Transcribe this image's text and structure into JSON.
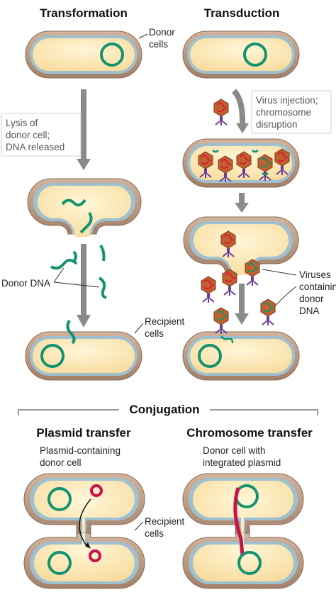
{
  "headings": {
    "transformation": "Transformation",
    "transduction": "Transduction",
    "conjugation": "Conjugation",
    "plasmid_transfer": "Plasmid transfer",
    "chromosome_transfer": "Chromosome transfer"
  },
  "labels": {
    "donor_cells": [
      "Donor",
      "cells"
    ],
    "lysis": [
      "Lysis of",
      "donor cell;",
      "DNA released"
    ],
    "virus_injection": [
      "Virus injection;",
      "chromosome",
      "disruption"
    ],
    "viruses_containing": [
      "Viruses",
      "containing",
      "donor",
      "DNA"
    ],
    "donor_dna": "Donor DNA",
    "recipient_cells_top": [
      "Recipient",
      "cells"
    ],
    "plasmid_containing": [
      "Plasmid-containing",
      "donor cell"
    ],
    "donor_integrated": [
      "Donor cell with",
      "integrated plasmid"
    ],
    "recipient_cells_bottom": [
      "Recipient",
      "cells"
    ]
  },
  "colors": {
    "cell_outer": "#b8957c",
    "cell_membrane": "#9ec0cf",
    "cytoplasm": "#fbe7b2",
    "dna_green": "#13936f",
    "plasmid_red": "#c8134a",
    "arrow_gray": "#8a8a8a",
    "virus_purple": "#6a3d9a"
  },
  "icons": [
    "cell",
    "chromosome-ring",
    "plasmid-ring",
    "virus-particle",
    "dna-fragment",
    "down-arrow"
  ]
}
